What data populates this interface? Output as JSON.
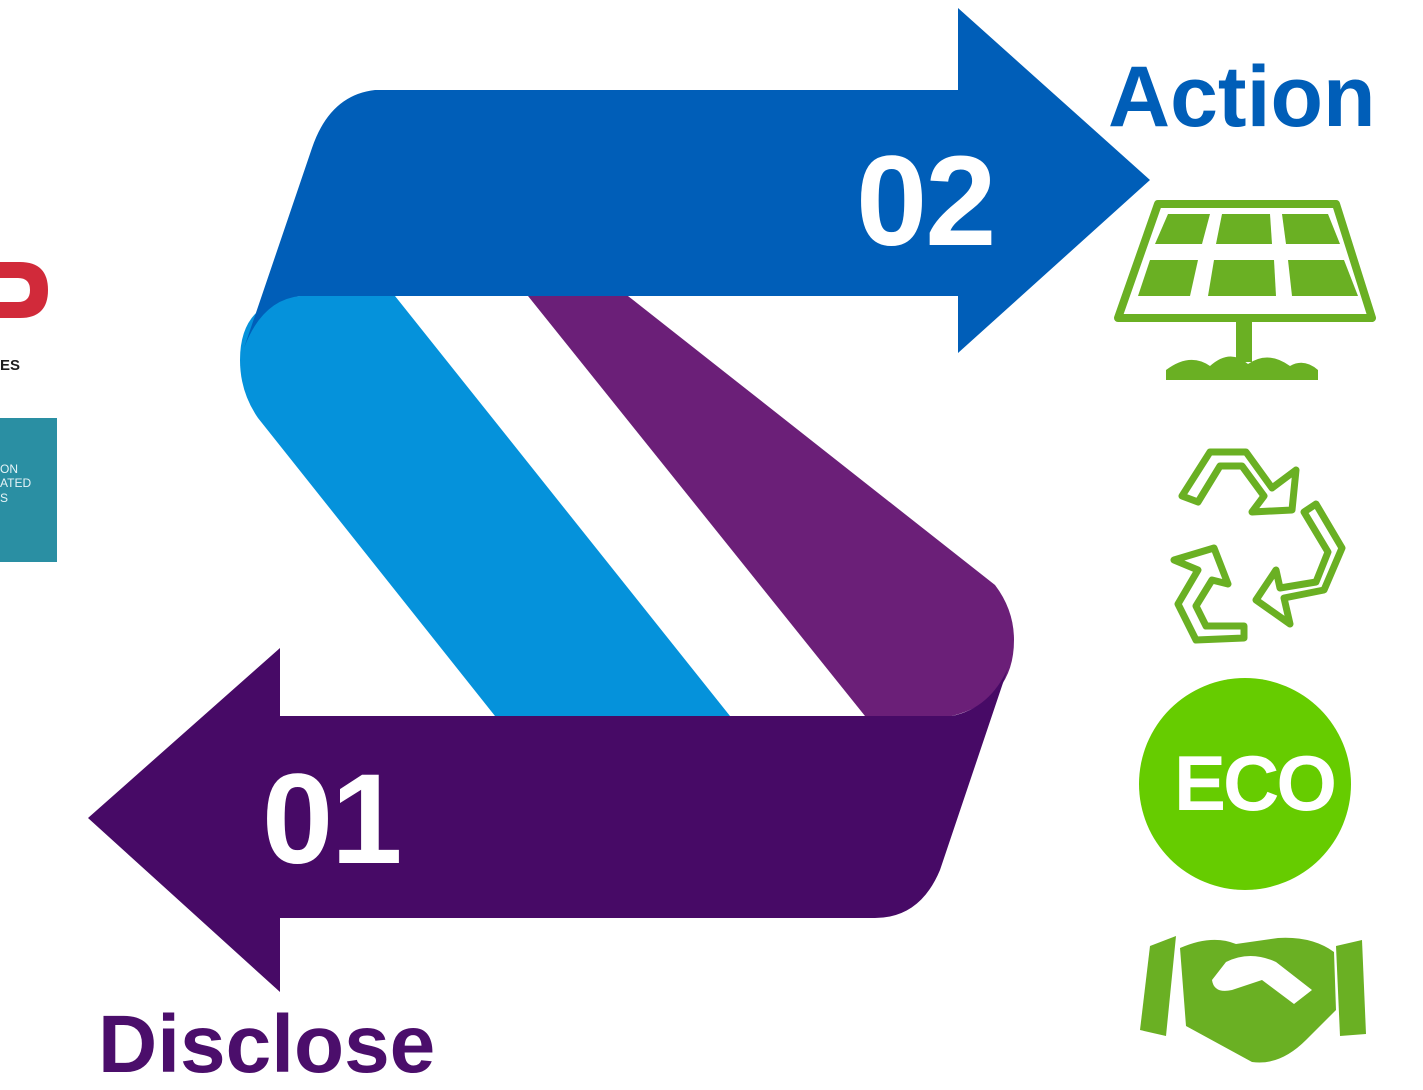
{
  "labels": {
    "action": "Action",
    "disclose": "Disclose",
    "step_02": "02",
    "step_01": "01",
    "eco": "ECO"
  },
  "logos": {
    "left_text_fragment": "ES",
    "tile_fragment_lines": [
      "ON",
      "ATED",
      "S"
    ]
  },
  "icons": [
    "solar-panel-icon",
    "recycle-icon",
    "eco-badge-icon",
    "handshake-icon"
  ],
  "colors": {
    "arrow_blue": "#005eb8",
    "band_light_blue": "#0592db",
    "band_purple": "#6b1f78",
    "arrow_dark_purple": "#470a66",
    "eco_green": "#66cc00",
    "icon_green": "#6ab023",
    "logo_red": "#d12a3a",
    "tile_teal": "#2a8fa3"
  }
}
